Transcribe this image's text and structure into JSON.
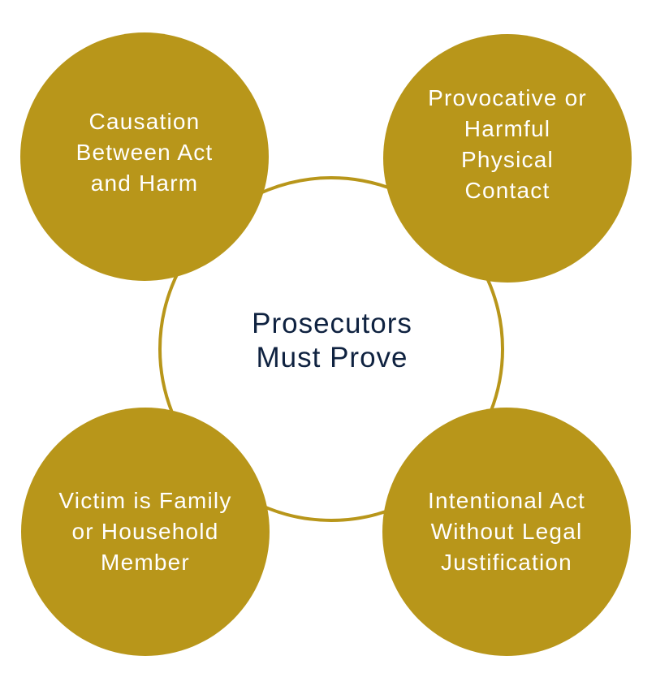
{
  "colors": {
    "bubble_fill": "#b8961a",
    "ring_stroke": "#b8961a",
    "center_text": "#0f2240",
    "bubble_text": "#ffffff",
    "background": "#ffffff"
  },
  "center": {
    "lines": [
      "Prosecutors",
      "Must Prove"
    ]
  },
  "elements": {
    "top_left": {
      "lines": [
        "Causation",
        "Between Act",
        "and Harm"
      ]
    },
    "top_right": {
      "lines": [
        "Provocative or",
        "Harmful",
        "Physical",
        "Contact"
      ]
    },
    "bottom_left": {
      "lines": [
        "Victim is Family",
        "or Household",
        "Member"
      ]
    },
    "bottom_right": {
      "lines": [
        "Intentional Act",
        "Without Legal",
        "Justification"
      ]
    }
  }
}
